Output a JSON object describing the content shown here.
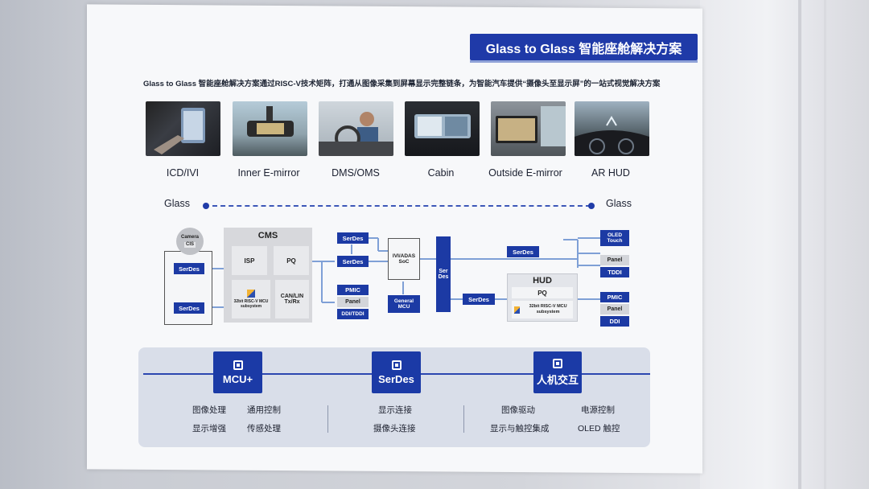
{
  "title": "Glass to Glass 智能座舱解决方案",
  "subtitle": "Glass to Glass 智能座舱解决方案通过RISC-V技术矩阵，打通从图像采集到屏幕显示完整链条，为智能汽车提供“摄像头至显示屏”的一站式视觉解决方案",
  "scenarios": [
    "ICD/IVI",
    "Inner E-mirror",
    "DMS/OMS",
    "Cabin",
    "Outside E-mirror",
    "AR HUD"
  ],
  "glass_left": "Glass",
  "glass_right": "Glass",
  "diagram": {
    "camera": "Camera",
    "cis": "CIS",
    "serdes_a": "SerDes",
    "serdes_b": "SerDes",
    "cms_title": "CMS",
    "isp": "ISP",
    "pq": "PQ",
    "mcu_subsystem": "32bit RISC-V MCU subsystem",
    "riscv_logo": "RISC-V",
    "can_lin": "CAN/LIN Tx/Rx",
    "serdes_c": "SerDes",
    "serdes_d": "SerDes",
    "pmic_1": "PMIC",
    "panel_1": "Panel",
    "ddi_tddi": "DDI/TDDI",
    "soc": "IVI/ADAS SoC",
    "general_mcu": "General MCU",
    "serdes_vertical": "Ser Des",
    "serdes_e": "SerDes",
    "serdes_f": "SerDes",
    "hud_title": "HUD",
    "hud_pq": "PQ",
    "hud_mcu": "32bit RISC-V MCU subsystem",
    "oled_touch": "OLED Touch",
    "panel_2": "Panel",
    "tddi": "TDDI",
    "pmic_2": "PMIC",
    "panel_3": "Panel",
    "ddi": "DDI"
  },
  "capabilities": [
    {
      "label": "MCU+",
      "icon": "chip-icon",
      "features": [
        "图像处理",
        "通用控制",
        "显示增强",
        "传感处理"
      ]
    },
    {
      "label": "SerDes",
      "icon": "chip-icon",
      "features": [
        "显示连接",
        "摄像头连接"
      ]
    },
    {
      "label": "人机交互",
      "icon": "chip-icon",
      "features": [
        "图像驱动",
        "电源控制",
        "显示与触控集成",
        "OLED 触控"
      ]
    }
  ]
}
